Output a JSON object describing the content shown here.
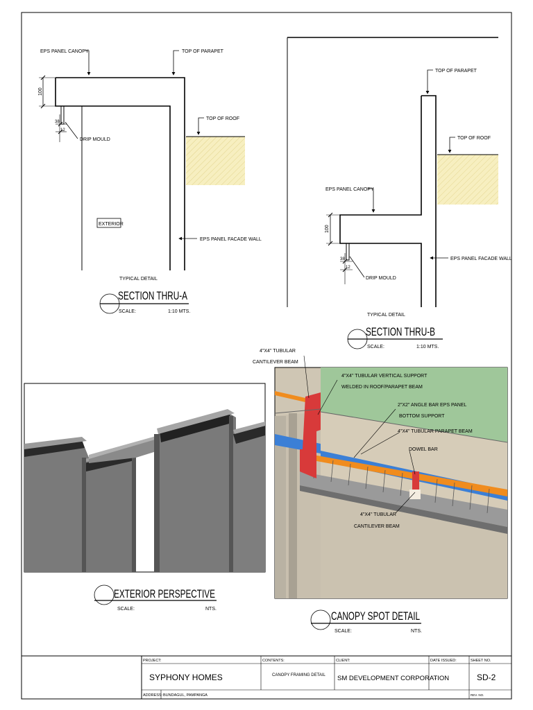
{
  "section_a": {
    "labels": {
      "eps_panel_canopy": "EPS PANEL CANOPY",
      "top_of_parapet": "TOP OF PARAPET",
      "top_of_roof": "TOP OF ROOF",
      "drip_mould": "DRIP MOULD",
      "exterior": "EXTERIOR",
      "eps_panel_facade_wall": "EPS PANEL FACADE WALL"
    },
    "dims": {
      "depth": "100",
      "drip_w": "38",
      "drip_h": "12"
    },
    "title_block": {
      "subtitle": "TYPICAL DETAIL",
      "title": "SECTION THRU-A",
      "scale_label": "SCALE:",
      "scale_value": "1:10 MTS."
    }
  },
  "section_b": {
    "labels": {
      "top_of_parapet": "TOP OF PARAPET",
      "top_of_roof": "TOP OF ROOF",
      "eps_panel_canopy": "EPS PANEL CANOPY",
      "eps_panel_facade_wall": "EPS PANEL FACADE WALL",
      "drip_mould": "DRIP MOULD"
    },
    "dims": {
      "depth": "100",
      "drip_w": "38",
      "drip_h": "12"
    },
    "title_block": {
      "subtitle": "TYPICAL DETAIL",
      "title": "SECTION THRU-B",
      "scale_label": "SCALE:",
      "scale_value": "1:10 MTS."
    }
  },
  "exterior_perspective": {
    "title": "EXTERIOR  PERSPECTIVE",
    "scale_label": "SCALE:",
    "scale_value": "NTS."
  },
  "canopy_spot": {
    "callouts": {
      "cantilever_top_1": "4\"X4\" TUBULAR",
      "cantilever_top_2": "CANTILEVER BEAM",
      "vertical_support_1": "4\"X4\" TUBULAR VERTICAL SUPPORT",
      "vertical_support_2": "WELDED IN ROOF/PARAPET BEAM",
      "angle_bar_1": "2\"X2\" ANGLE BAR EPS PANEL",
      "angle_bar_2": "BOTTOM SUPPORT",
      "parapet_beam": "4\"X4\" TUBULAR PARAPET BEAM",
      "dowel_bar": "DOWEL BAR",
      "cantilever_bottom_1": "4\"X4\" TUBULAR",
      "cantilever_bottom_2": "CANTILEVER BEAM"
    },
    "title": "CANOPY SPOT DETAIL",
    "scale_label": "SCALE:",
    "scale_value": "NTS."
  },
  "title_block": {
    "project_label": "PROJECT:",
    "project_value": "SYPHONY HOMES",
    "contents_label": "CONTENTS:",
    "contents_value": "CANOPY FRAMING DETAIL",
    "client_label": "CLIENT:",
    "client_value": "SM DEVELOPMENT CORPORATION",
    "date_label": "DATE ISSUED:",
    "date_value": "-",
    "sheet_label": "SHEET NO.",
    "sheet_value": "SD-2",
    "address_label": "ADDRESS:",
    "address_value": "BUNDAGUL, PAMPANGA",
    "rev_label": "REV. NO."
  },
  "colors": {
    "earth_fill": "#f7efc0",
    "wall_gray": "#7d7d7d",
    "green_wall": "#9fc79a",
    "red_beam": "#d83a3a",
    "orange_bar": "#f08c1e",
    "blue_beam": "#3b7fd6"
  }
}
